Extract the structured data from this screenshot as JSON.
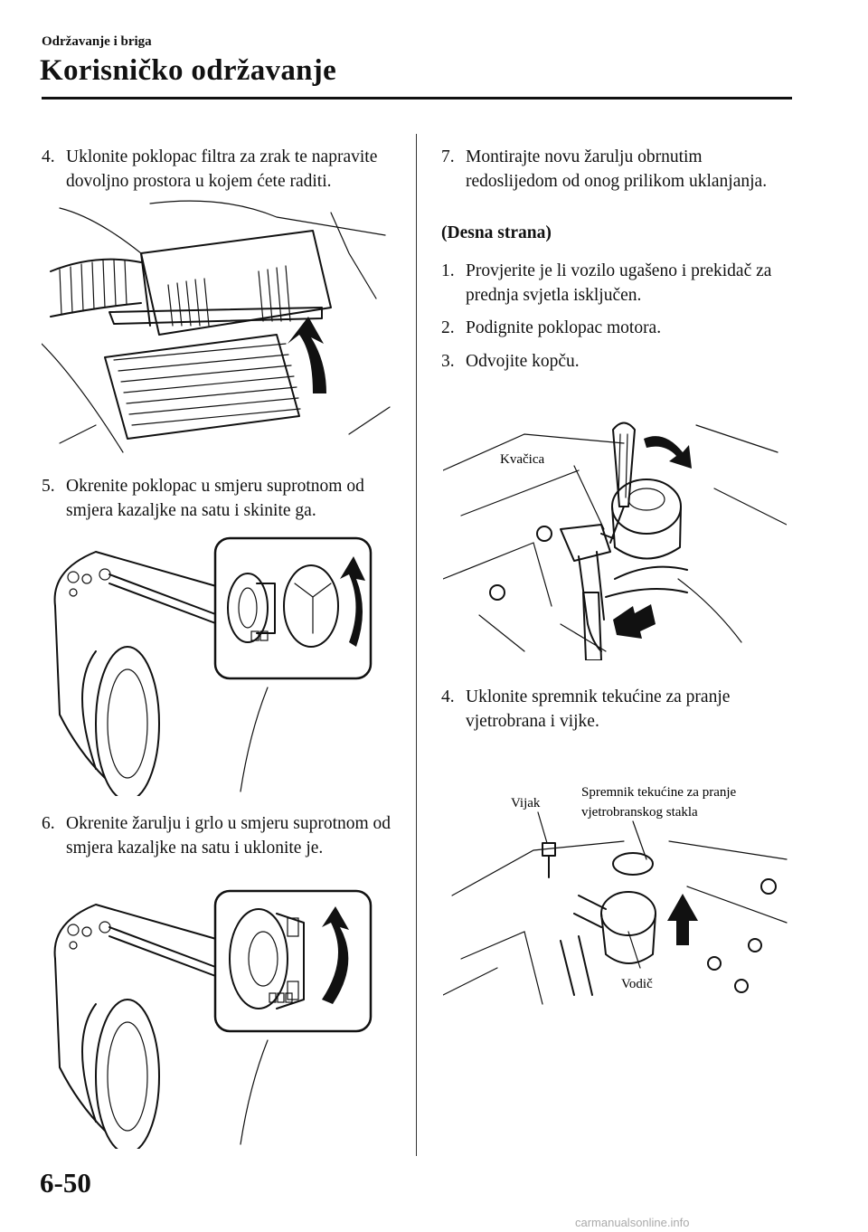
{
  "header": {
    "section": "Održavanje i briga",
    "title": "Korisničko održavanje"
  },
  "left_column": {
    "step4": {
      "num": "4.",
      "text": "Uklonite poklopac filtra za zrak te napravite dovoljno prostora u kojem ćete raditi."
    },
    "step5": {
      "num": "5.",
      "text": "Okrenite poklopac u smjeru suprotnom od smjera kazaljke na satu i skinite ga."
    },
    "step6": {
      "num": "6.",
      "text": "Okrenite žarulju i grlo u smjeru suprotnom od smjera kazaljke na satu i uklonite je."
    }
  },
  "right_column": {
    "step7": {
      "num": "7.",
      "text": "Montirajte novu žarulju obrnutim redoslijedom od onog prilikom uklanjanja."
    },
    "heading": "(Desna strana)",
    "r1": {
      "num": "1.",
      "text": "Provjerite je li vozilo ugašeno i prekidač za prednja svjetla isključen."
    },
    "r2": {
      "num": "2.",
      "text": "Podignite poklopac motora."
    },
    "r3": {
      "num": "3.",
      "text": "Odvojite kopču."
    },
    "r4": {
      "num": "4.",
      "text": "Uklonite spremnik tekućine za pranje vjetrobrana i vijke."
    }
  },
  "figure_labels": {
    "clip": "Kvačica",
    "screw": "Vijak",
    "tank_line1": "Spremnik tekućine za pranje",
    "tank_line2": "vjetrobranskog stakla",
    "guide": "Vodič"
  },
  "footer": {
    "page_number": "6-50",
    "watermark": "carmanualsonline.info"
  },
  "icons": [
    "air-filter-illustration",
    "headlight-cover-illustration",
    "bulb-socket-illustration",
    "clip-screwdriver-illustration",
    "washer-tank-illustration",
    "rotate-arrow-icon",
    "lift-arrow-icon"
  ]
}
